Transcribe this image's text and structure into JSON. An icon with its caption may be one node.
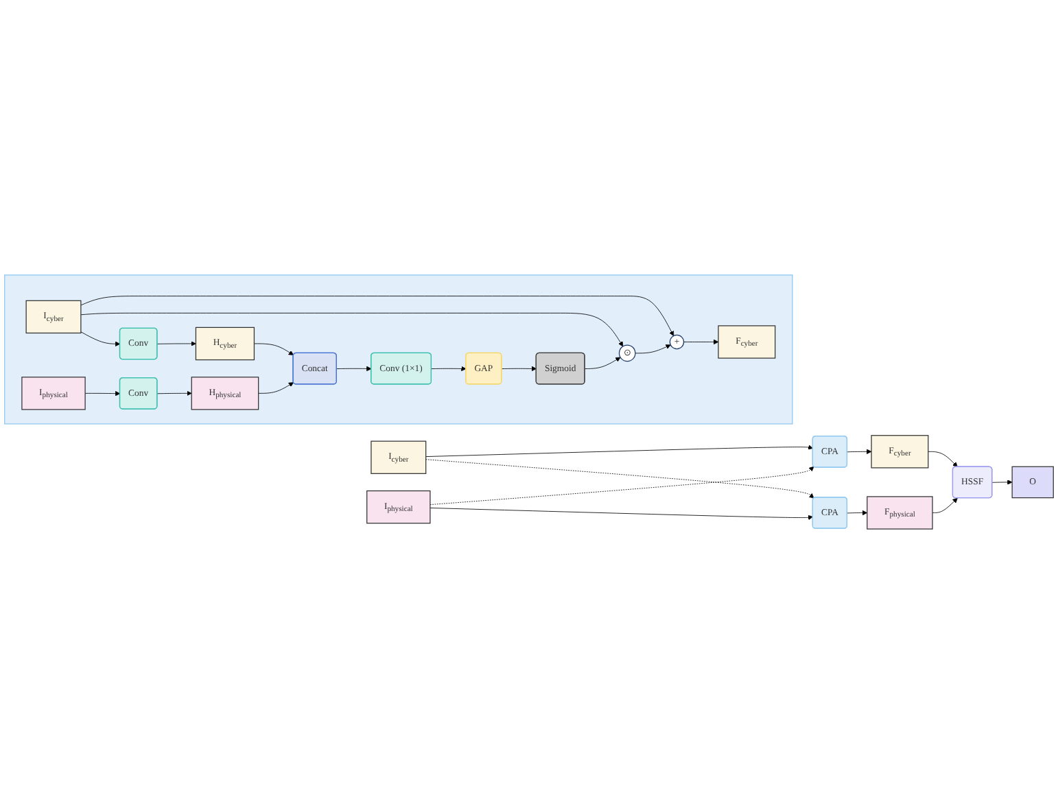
{
  "diagram": {
    "nodes": [
      {
        "text": [],
        "shape": "box"
      },
      {
        "text": [
          "I$_{cyber}$"
        ],
        "in": 0
      },
      {
        "text": [
          "Conv"
        ],
        "in": 0
      },
      {
        "text": [
          "H$_{cyber}$"
        ],
        "in": 0
      },
      {
        "text": [
          "I$_{physical}$"
        ],
        "in": 0
      },
      {
        "text": [
          "Conv"
        ],
        "in": 0
      },
      {
        "text": [
          "H$_{physical}$"
        ],
        "in": 0
      },
      {
        "text": [
          "Concat"
        ],
        "in": 0
      },
      {
        "text": [
          "Conv (1×1)"
        ],
        "in": 0
      },
      {
        "text": [
          "GAP"
        ],
        "in": 0
      },
      {
        "text": [
          "Sigmoid"
        ],
        "in": 0
      },
      {
        "text": [
          "⊙"
        ],
        "in": 0
      },
      {
        "text": [
          "+"
        ],
        "in": 0
      },
      {
        "text": [
          "F$_{cyber}$"
        ],
        "in": 0
      },
      {
        "text": [
          "CPA"
        ]
      },
      {
        "text": [
          "I$_{cyber}$"
        ]
      },
      {
        "text": [
          "I$_{physical}$"
        ]
      },
      {
        "text": [
          "CPA"
        ]
      },
      {
        "text": [
          "F$_{cyber}$"
        ]
      },
      {
        "text": [
          "F$_{physical}$"
        ]
      },
      {
        "text": [
          "HSSF"
        ]
      },
      {
        "text": [
          "O"
        ]
      }
    ],
    "edges": [
      {
        "from": 1,
        "to": 2,
        "arrow": "to"
      },
      {
        "from": 2,
        "to": 3,
        "arrow": "to"
      },
      {
        "from": 4,
        "to": 5,
        "arrow": "to"
      },
      {
        "from": 5,
        "to": 6,
        "arrow": "to"
      },
      {
        "from": 3,
        "to": 7,
        "arrow": "to"
      },
      {
        "from": 6,
        "to": 7,
        "arrow": "to"
      },
      {
        "from": 7,
        "to": 8,
        "arrow": "to"
      },
      {
        "from": 8,
        "to": 9,
        "arrow": "to"
      },
      {
        "from": 9,
        "to": 10,
        "arrow": "to"
      },
      {
        "from": 10,
        "to": 11,
        "arrow": "to"
      },
      {
        "from": 11,
        "to": 12,
        "arrow": "to"
      },
      {
        "from": 12,
        "to": 13,
        "arrow": "to"
      },
      {
        "from": 1,
        "to": 11,
        "arrow": "to"
      },
      {
        "from": 1,
        "to": 12,
        "arrow": "to"
      },
      {
        "from": 15,
        "to": 14,
        "arrow": "to"
      },
      {
        "from": 16,
        "to": 14,
        "arrow": "to",
        "style": "dashed"
      },
      {
        "from": 15,
        "to": 17,
        "arrow": "to",
        "style": "dashed"
      },
      {
        "from": 16,
        "to": 17,
        "arrow": "to"
      },
      {
        "from": 14,
        "to": 18,
        "arrow": "to"
      },
      {
        "from": 17,
        "to": 19,
        "arrow": "to"
      },
      {
        "from": 18,
        "to": 20,
        "arrow": "to"
      },
      {
        "from": 19,
        "to": 20,
        "arrow": "to"
      },
      {
        "from": 20,
        "to": 21,
        "arrow": "to"
      }
    ]
  }
}
